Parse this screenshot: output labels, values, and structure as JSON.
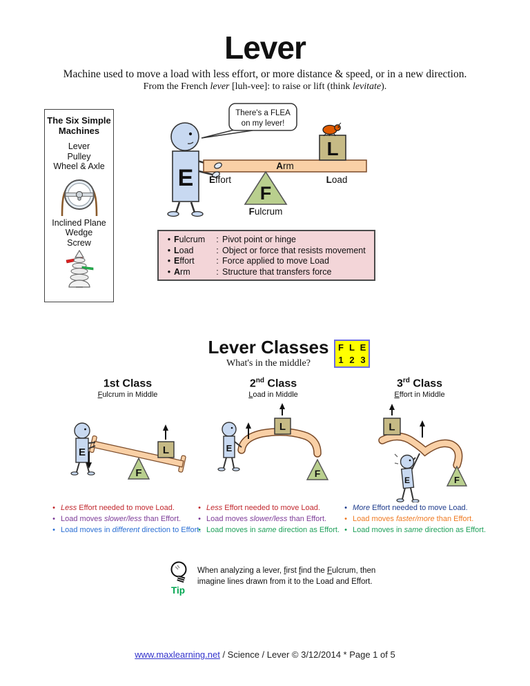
{
  "page": {
    "title": "Lever",
    "subtitle": "Machine used to move a load with less effort, or more distance & speed, or in a new direction.",
    "etymology": {
      "pre": "From the French ",
      "italic1": "lever",
      "mid": " [luh-vee]: to raise or lift (think ",
      "italic2": "levitate",
      "post": ")."
    },
    "footer": {
      "link": "www.maxlearning.net",
      "rest": " / Science / Lever © 3/12/2014 * Page 1 of 5"
    }
  },
  "sidebar": {
    "title": "The Six Simple Machines",
    "group1": [
      "Lever",
      "Pulley",
      "Wheel & Axle"
    ],
    "group2": [
      "Inclined Plane",
      "Wedge",
      "Screw"
    ],
    "icons": [
      "wheel-axle-icon",
      "screw-icon"
    ]
  },
  "illustration": {
    "speech": {
      "line1": "There's a FLEA",
      "line2": "on my lever!"
    },
    "letters": {
      "effort": "E",
      "load": "L",
      "fulcrum": "F"
    },
    "labels": {
      "arm_first": "A",
      "arm_rest": "rm",
      "effort_first": "E",
      "effort_rest": "ffort",
      "load_first": "L",
      "load_rest": "oad",
      "fulcrum_first": "F",
      "fulcrum_rest": "ulcrum"
    }
  },
  "definitions": {
    "rows": [
      {
        "first": "F",
        "rest": "ulcrum",
        "sep": ":",
        "text": "Pivot point or hinge"
      },
      {
        "first": "L",
        "rest": "oad",
        "sep": ":",
        "text": "Object or force that resists movement"
      },
      {
        "first": "E",
        "rest": "ffort",
        "sep": ":",
        "text": "Force applied to move Load"
      },
      {
        "first": "A",
        "rest": "rm",
        "sep": ":",
        "text": "Structure that transfers force"
      }
    ]
  },
  "classes": {
    "title": "Lever Classes",
    "subtitle": "What's in the middle?",
    "fle": {
      "l1": "F",
      "l2": "L",
      "l3": "E",
      "n1": "1",
      "n2": "2",
      "n3": "3"
    },
    "columns": [
      {
        "num": "1st",
        "sup": "",
        "rest": " Class",
        "sub_first": "F",
        "sub_rest": "ulcrum in Middle",
        "bullets": [
          {
            "pre": "",
            "em": "Less",
            "post": " Effort needed to move Load."
          },
          {
            "pre": "Load moves ",
            "em": "slower/less",
            "post": " than Effort."
          },
          {
            "pre": "Load moves in ",
            "em": "different",
            "post": " direction to Effort."
          }
        ]
      },
      {
        "num": "2",
        "sup": "nd",
        "rest": " Class",
        "sub_first": "L",
        "sub_rest": "oad in Middle",
        "bullets": [
          {
            "pre": "",
            "em": "Less",
            "post": " Effort needed to move Load."
          },
          {
            "pre": "Load moves ",
            "em": "slower/less",
            "post": " than Effort."
          },
          {
            "pre": "Load moves in ",
            "em": "same",
            "post": " direction as Effort."
          }
        ]
      },
      {
        "num": "3",
        "sup": "rd",
        "rest": " Class",
        "sub_first": "E",
        "sub_rest": "ffort in Middle",
        "bullets": [
          {
            "pre": "",
            "em": "More",
            "post": " Effort needed to move Load."
          },
          {
            "pre": "Load moves ",
            "em": "faster/more",
            "post": " than Effort."
          },
          {
            "pre": "Load moves in ",
            "em": "same",
            "post": " direction as Effort."
          }
        ]
      }
    ]
  },
  "tip": {
    "label": "Tip",
    "line1_runs": [
      {
        "t": "When analyzing a lever, "
      },
      {
        "t": "f"
      },
      {
        "t": "irst "
      },
      {
        "t": "f"
      },
      {
        "t": "ind the "
      },
      {
        "t": "F"
      },
      {
        "t": "ulcrum, then"
      }
    ],
    "line2": "imagine lines drawn from it to the Load and Effort."
  },
  "colors": {
    "bullet_red": "#c1272d",
    "bullet_purple": "#7d3c98",
    "bullet_blue": "#2b6fd4",
    "bullet_green": "#1fa05a",
    "bullet_navy": "#1f3c8c",
    "bullet_orange": "#ef7a22",
    "beam": "#f9d0a6",
    "beam_border": "#7a4a28",
    "fulcrum_triangle": "#b9cf8e",
    "load_box": "#c6ba85",
    "person": "#c8d9f1",
    "flea": "#e05a00",
    "definitions_box": "#f3d5d8",
    "fle_box": "#ffff00",
    "fle_border": "#6a6ae0",
    "tip_green": "#00a651",
    "link_blue": "#3333cc"
  }
}
